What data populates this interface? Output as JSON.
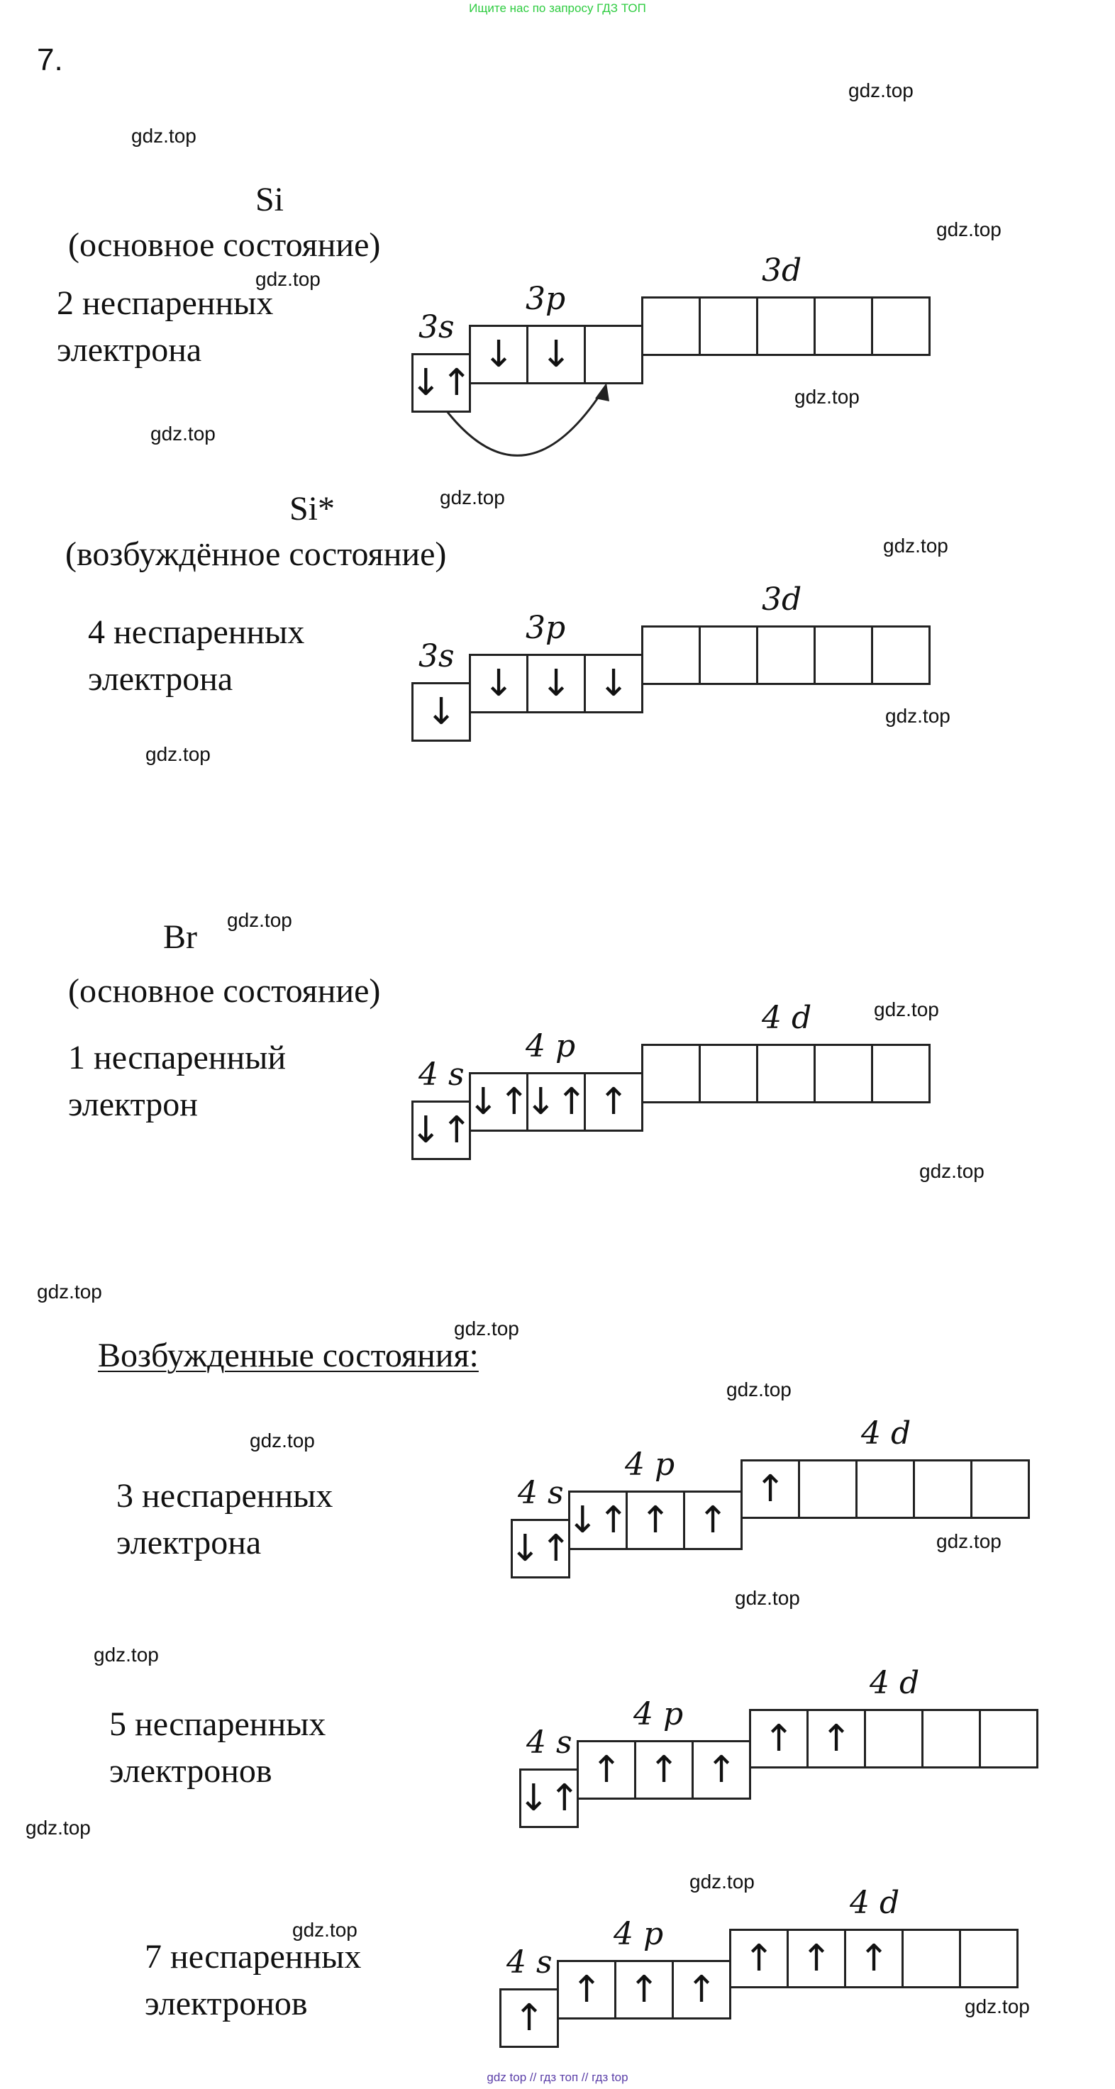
{
  "banner": "Ищите нас по запросу ГДЗ ТОП",
  "footer": "gdz top  //  гдз топ  //  гдз top",
  "task_number": "7.",
  "watermark": "gdz.top",
  "si_ground": {
    "symbol": "Si",
    "state": "(основное состояние)",
    "unpaired_line1": "2 неспаренных",
    "unpaired_line2": "электрона",
    "label_s": "3s",
    "label_p": "3p",
    "label_d": "3d",
    "s": [
      "↓↑"
    ],
    "p": [
      "↓",
      "↓",
      ""
    ],
    "d": [
      "",
      "",
      "",
      "",
      ""
    ]
  },
  "si_excited": {
    "symbol": "Si*",
    "state": "(возбуждённое состояние)",
    "unpaired_line1": "4 неспаренных",
    "unpaired_line2": "электрона",
    "label_s": "3s",
    "label_p": "3p",
    "label_d": "3d",
    "s": [
      "↓"
    ],
    "p": [
      "↓",
      "↓",
      "↓"
    ],
    "d": [
      "",
      "",
      "",
      "",
      ""
    ]
  },
  "br_ground": {
    "symbol": "Br",
    "state": "(основное состояние)",
    "unpaired_line1": "1 неспаренный",
    "unpaired_line2": "электрон",
    "label_s": "4 s",
    "label_p": "4 p",
    "label_d": "4 d",
    "s": [
      "↓↑"
    ],
    "p": [
      "↓↑",
      "↓↑",
      "↑"
    ],
    "d": [
      "",
      "",
      "",
      "",
      ""
    ]
  },
  "excited_heading": "Возбужденные состояния:",
  "br_exc3": {
    "unpaired_line1": "3 неспаренных",
    "unpaired_line2": "электрона",
    "label_s": "4 s",
    "label_p": "4 p",
    "label_d": "4 d",
    "s": [
      "↓↑"
    ],
    "p": [
      "↓↑",
      "↑",
      "↑"
    ],
    "d": [
      "↑",
      "",
      "",
      "",
      ""
    ]
  },
  "br_exc5": {
    "unpaired_line1": "5 неспаренных",
    "unpaired_line2": "электронов",
    "label_s": "4 s",
    "label_p": "4 p",
    "label_d": "4 d",
    "s": [
      "↓↑"
    ],
    "p": [
      "↑",
      "↑",
      "↑"
    ],
    "d": [
      "↑",
      "↑",
      "",
      "",
      ""
    ]
  },
  "br_exc7": {
    "unpaired_line1": "7 неспаренных",
    "unpaired_line2": "электронов",
    "label_s": "4 s",
    "label_p": "4 p",
    "label_d": "4 d",
    "s": [
      "↑"
    ],
    "p": [
      "↑",
      "↑",
      "↑"
    ],
    "d": [
      "↑",
      "↑",
      "↑",
      "",
      ""
    ]
  }
}
